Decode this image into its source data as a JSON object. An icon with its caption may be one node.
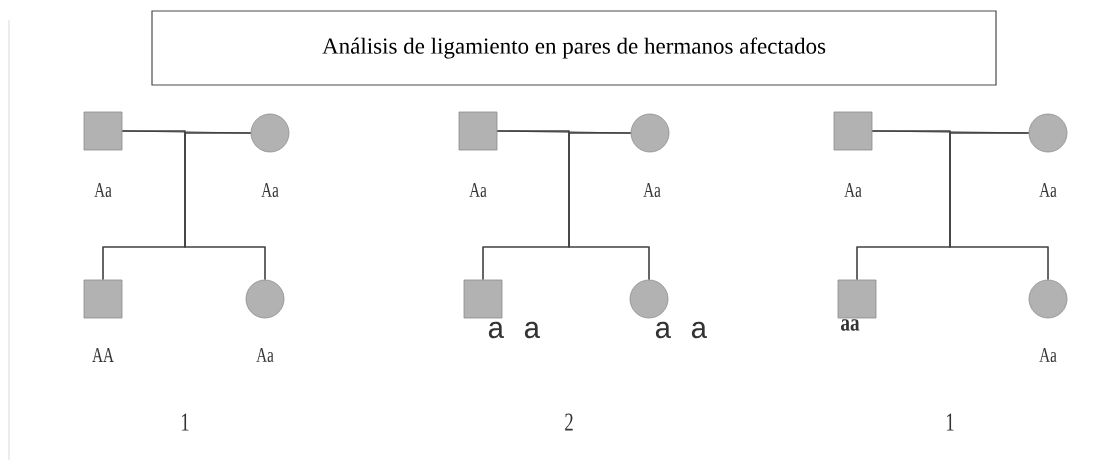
{
  "diagram": {
    "nodes": [
      {
        "text": [
          "Análisis de ligamiento en pares de hermanos afectados"
        ]
      },
      {
        "text": [],
        "shape": "box",
        "beside": [
          "Aa"
        ]
      },
      {
        "text": [],
        "shape": "circle",
        "beside": [
          "Aa"
        ]
      },
      {
        "text": [],
        "shape": "box",
        "beside": [
          "AA"
        ]
      },
      {
        "text": [],
        "shape": "circle",
        "beside": [
          "Aa"
        ]
      },
      {
        "text": [],
        "shape": "box",
        "beside": [
          "Aa"
        ]
      },
      {
        "text": [],
        "shape": "circle",
        "beside": [
          "Aa"
        ]
      },
      {
        "text": [],
        "shape": "box",
        "beside": [
          "a a"
        ]
      },
      {
        "text": [],
        "shape": "circle",
        "beside": [
          "a a"
        ]
      },
      {
        "text": [],
        "shape": "box",
        "beside": [
          "Aa"
        ]
      },
      {
        "text": [],
        "shape": "circle",
        "beside": [
          "Aa"
        ]
      },
      {
        "text": [],
        "shape": "box",
        "beside": [
          "aa"
        ]
      },
      {
        "text": [],
        "shape": "circle",
        "beside": [
          "Aa"
        ]
      }
    ],
    "edges": [
      {
        "from": 1,
        "to": 2,
        "arrow": "none"
      },
      {
        "from": 1,
        "to": 3,
        "arrow": "none"
      },
      {
        "from": 1,
        "to": 4,
        "arrow": "none"
      },
      {
        "from": 2,
        "to": 3,
        "arrow": "none"
      },
      {
        "from": 2,
        "to": 4,
        "arrow": "none"
      },
      {
        "from": 5,
        "to": 6,
        "arrow": "none"
      },
      {
        "from": 5,
        "to": 7,
        "arrow": "none"
      },
      {
        "from": 5,
        "to": 8,
        "arrow": "none"
      },
      {
        "from": 6,
        "to": 7,
        "arrow": "none"
      },
      {
        "from": 6,
        "to": 8,
        "arrow": "none"
      },
      {
        "from": 9,
        "to": 10,
        "arrow": "none"
      },
      {
        "from": 9,
        "to": 11,
        "arrow": "none"
      },
      {
        "from": 9,
        "to": 12,
        "arrow": "none"
      },
      {
        "from": 10,
        "to": 11,
        "arrow": "none"
      },
      {
        "from": 10,
        "to": 12,
        "arrow": "none"
      }
    ],
    "labels": [
      "1",
      "2",
      "1"
    ]
  }
}
